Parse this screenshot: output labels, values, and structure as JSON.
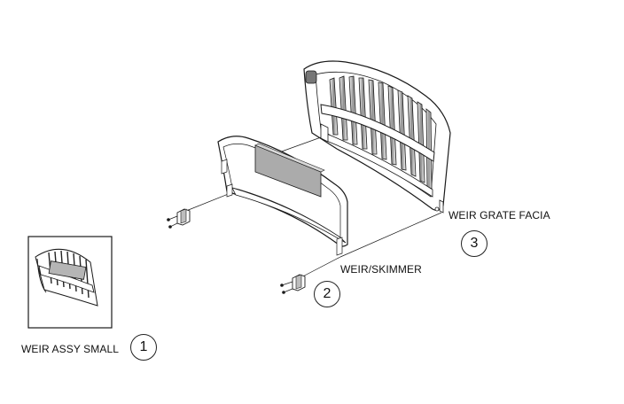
{
  "parts": [
    {
      "number": "1",
      "label": "WEIR ASSY SMALL"
    },
    {
      "number": "2",
      "label": "WEIR/SKIMMER"
    },
    {
      "number": "3",
      "label": "WEIR GRATE FACIA"
    }
  ],
  "colors": {
    "line": "#1a1a1a",
    "fill": "#ffffff",
    "shade": "#9a9a9a"
  }
}
